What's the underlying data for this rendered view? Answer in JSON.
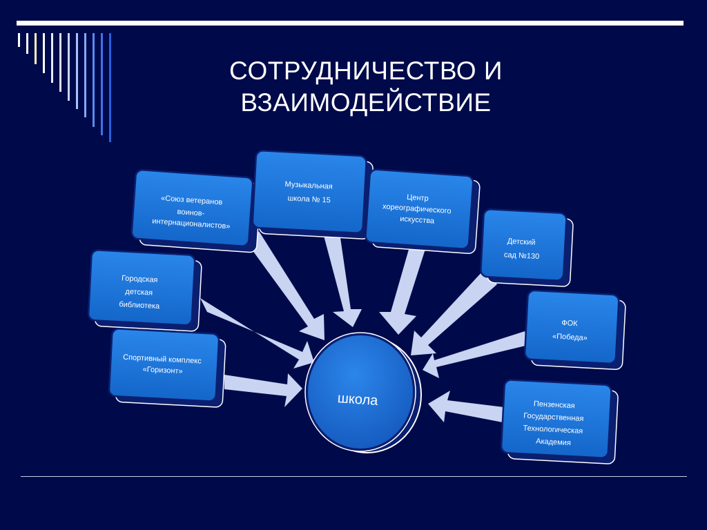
{
  "slide": {
    "title_lines": [
      "СОТРУДНИЧЕСТВО И",
      "ВЗАИМОДЕЙСТВИЕ"
    ],
    "colors": {
      "background": "#000a4a",
      "box_fill": "#1a74d8",
      "box_border": "#0b1f70",
      "arrow_fill": "#c8d4f2",
      "hub_fill": "#1a6fd2"
    }
  },
  "diagram": {
    "hub": {
      "label": "школа"
    },
    "nodes": [
      {
        "id": "veterans",
        "lines": [
          "«Союз ветеранов",
          "воинов-",
          "интернационалистов»"
        ]
      },
      {
        "id": "music",
        "lines": [
          "Музыкальная",
          "школа № 15"
        ]
      },
      {
        "id": "dance",
        "lines": [
          "Центр",
          "хореографического",
          "искусства"
        ]
      },
      {
        "id": "kindergarten",
        "lines": [
          "Детский",
          "сад №130"
        ]
      },
      {
        "id": "library",
        "lines": [
          "Городская",
          "детская",
          "библиотека"
        ]
      },
      {
        "id": "fok",
        "lines": [
          "ФОК",
          "«Победа»"
        ]
      },
      {
        "id": "sport",
        "lines": [
          "Спортивный комплекс",
          "«Горизонт»"
        ]
      },
      {
        "id": "academy",
        "lines": [
          "Пензенская",
          "Государственная",
          "Технологическая",
          "Академия"
        ]
      }
    ]
  }
}
